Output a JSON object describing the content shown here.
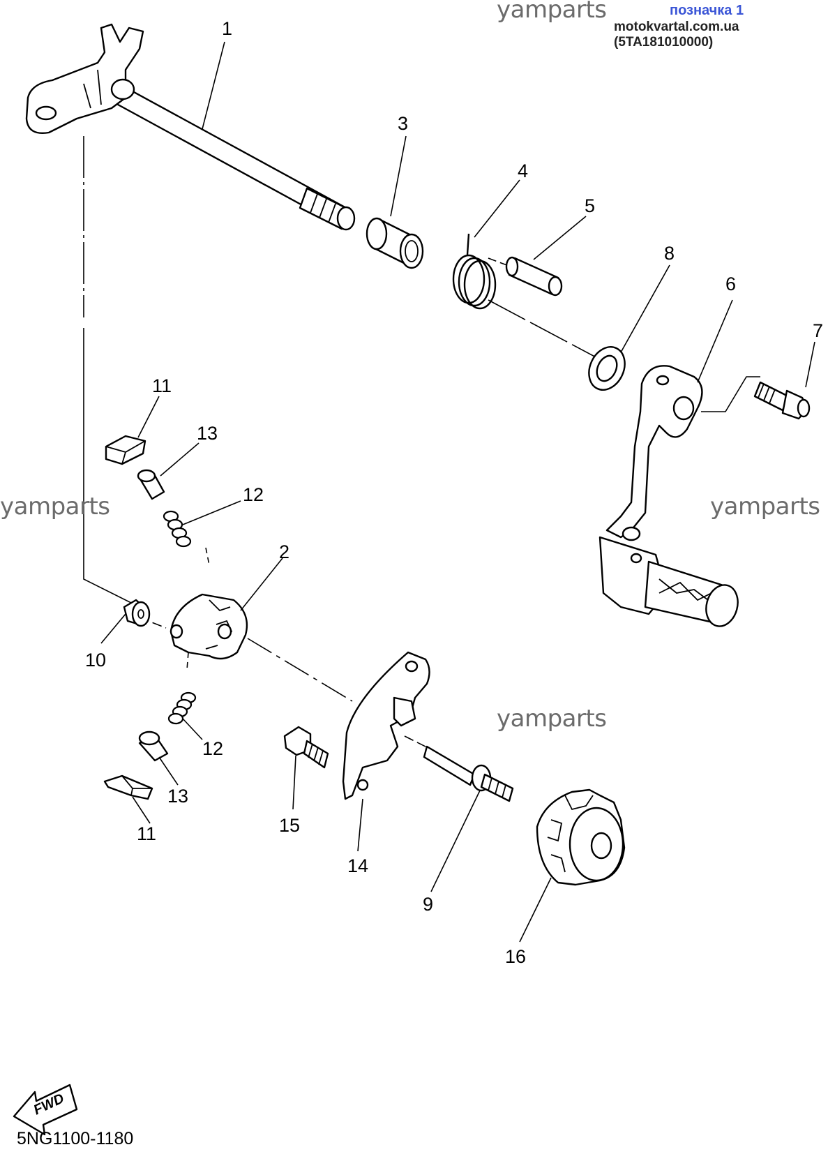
{
  "header": {
    "badge": "позначка 1",
    "source": "motokvartal.com.ua (5TA181010000)"
  },
  "watermarks": [
    "yamparts",
    "yamparts",
    "yamparts",
    "yamparts"
  ],
  "diagram_code": "5NG1100-1180",
  "fwd_label": "FWD",
  "callouts": {
    "c1": "1",
    "c2": "2",
    "c3": "3",
    "c4": "4",
    "c5": "5",
    "c6": "6",
    "c7": "7",
    "c8": "8",
    "c9": "9",
    "c10": "10",
    "c11a": "11",
    "c11b": "11",
    "c12a": "12",
    "c12b": "12",
    "c13a": "13",
    "c13b": "13",
    "c14": "14",
    "c15": "15",
    "c16": "16"
  }
}
